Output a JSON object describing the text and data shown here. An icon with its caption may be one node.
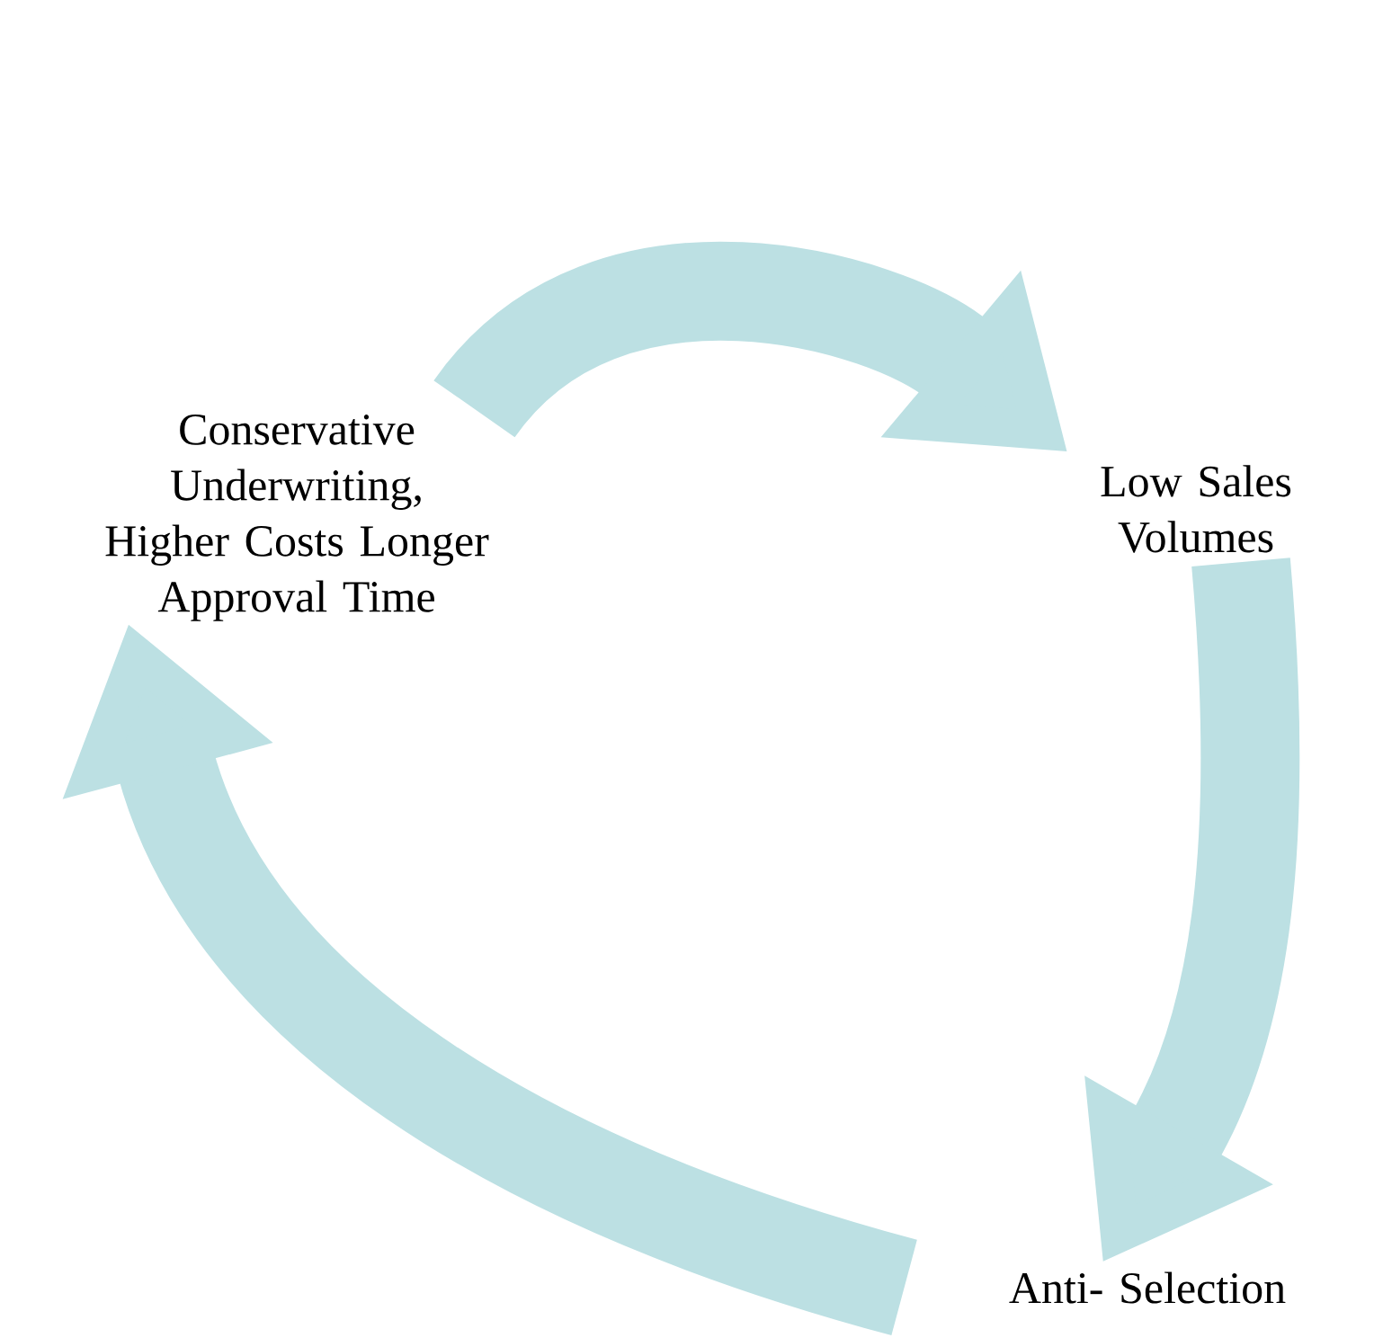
{
  "diagram": {
    "nodes": [
      {
        "text": [
          "Conservative Underwriting, Higher Costs Longer Approval Time"
        ]
      },
      {
        "text": [
          "Low Sales Volumes"
        ]
      },
      {
        "text": [
          "Anti- Selection"
        ]
      }
    ],
    "edges": [
      {
        "from": 0,
        "to": 1,
        "arrow": "to"
      },
      {
        "from": 1,
        "to": 2,
        "arrow": "to"
      },
      {
        "from": 2,
        "to": 0,
        "arrow": "to"
      }
    ]
  }
}
